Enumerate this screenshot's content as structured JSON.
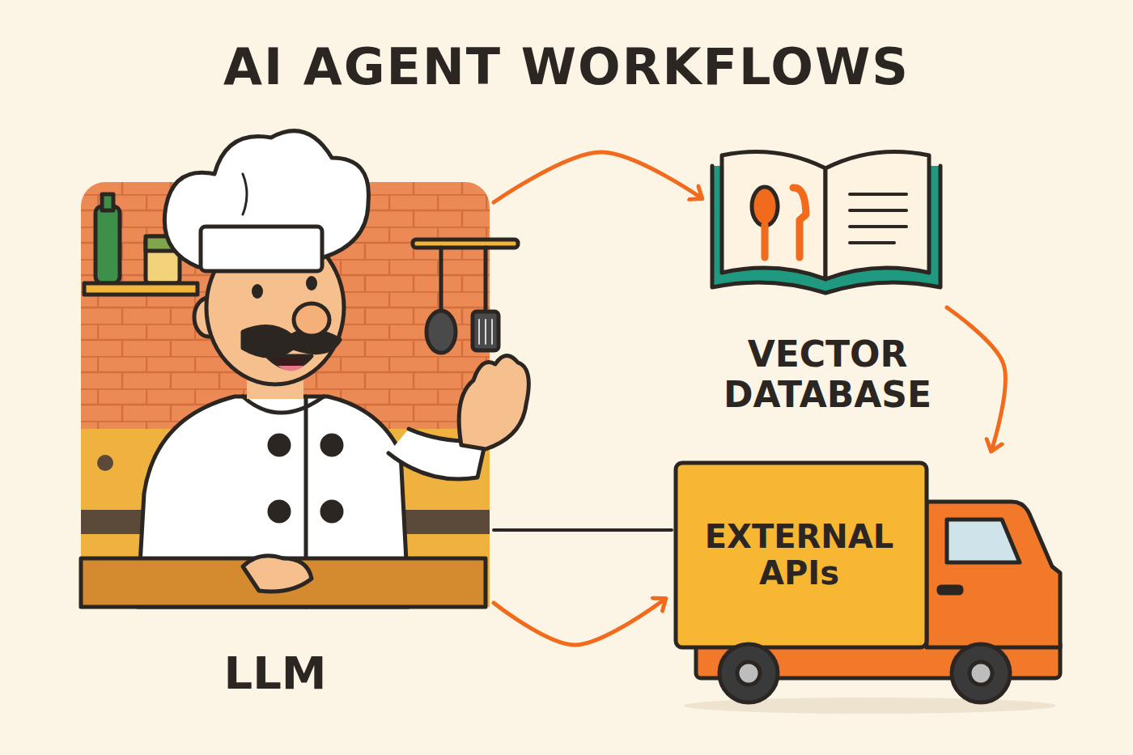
{
  "diagram": {
    "title": "AI AGENT WORKFLOWS",
    "nodes": [
      {
        "text": [
          "LLM"
        ]
      },
      {
        "text": [
          "VECTOR DATABASE"
        ]
      },
      {
        "text": [
          "EXTERNAL APIs"
        ]
      }
    ],
    "edges": [
      {
        "from": 0,
        "to": 1,
        "arrow": "to"
      },
      {
        "from": 1,
        "to": 2,
        "arrow": "to"
      },
      {
        "from": 0,
        "to": 2,
        "arrow": "to"
      },
      {
        "from": 0,
        "to": 2,
        "arrow": "none"
      }
    ]
  }
}
